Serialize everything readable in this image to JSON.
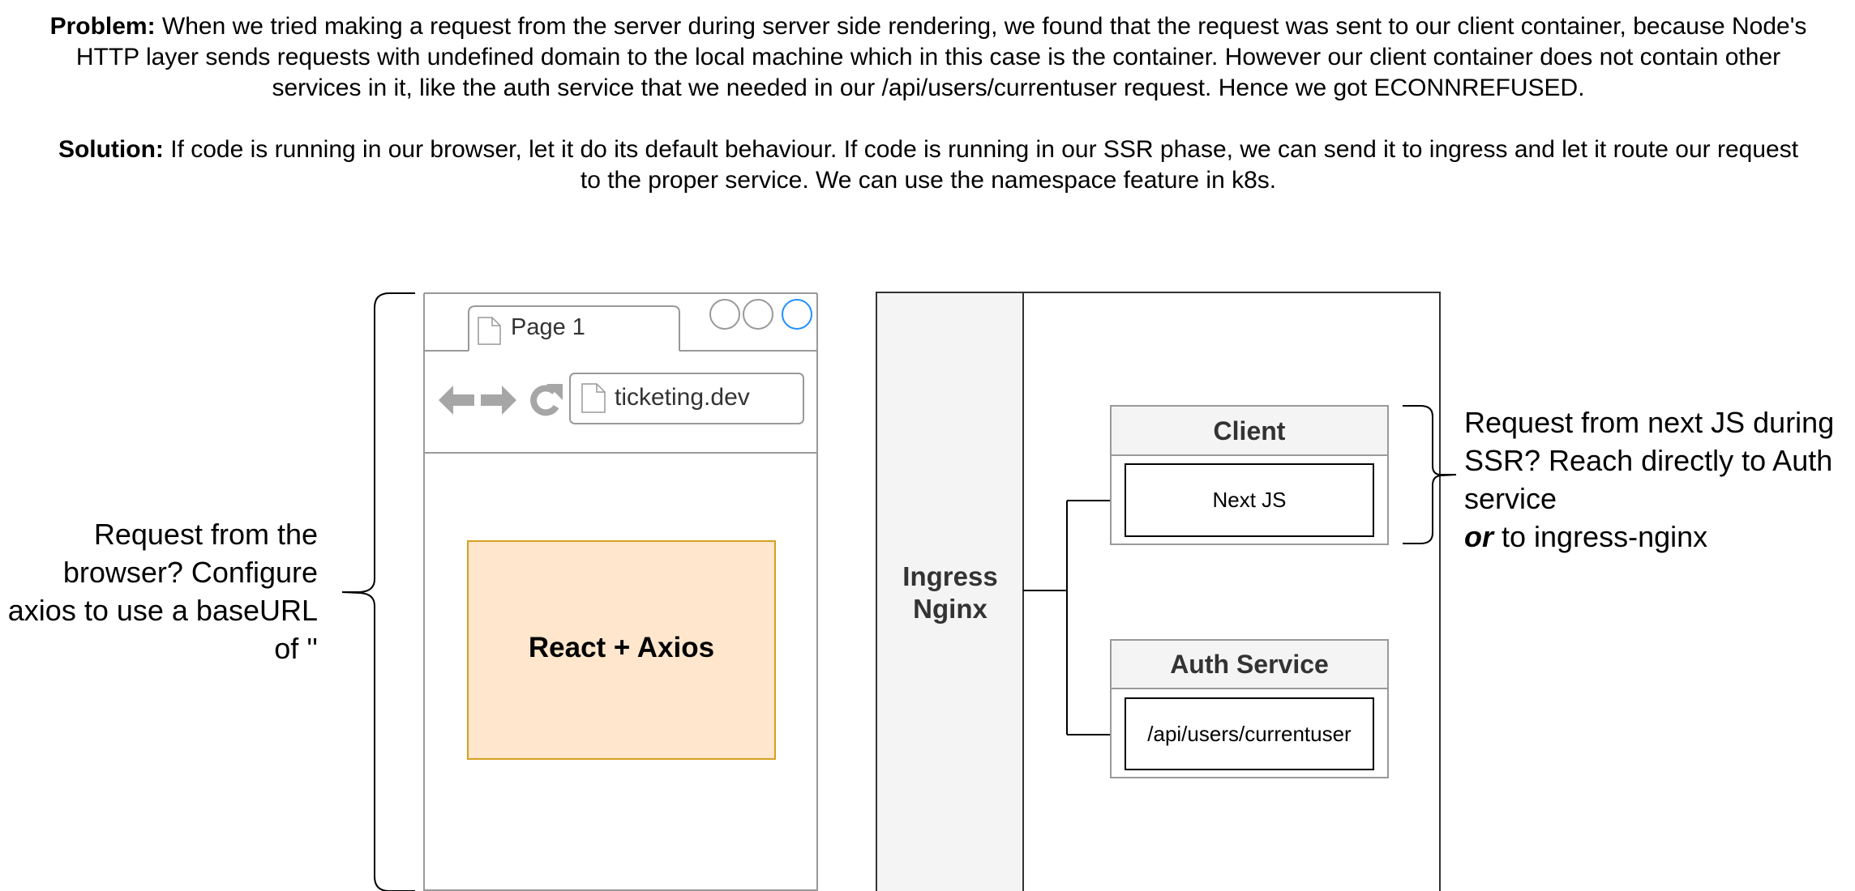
{
  "problem": {
    "label": "Problem:",
    "text": " When we tried making a request from the server during server side rendering, we found that the request was sent to our client container, because Node's HTTP layer sends requests with undefined domain to the local machine which in this case is the container. However our client container does not contain other services in it, like the auth service that we needed in our /api/users/currentuser request. Hence we got ECONNREFUSED."
  },
  "solution": {
    "label": "Solution:",
    "text": " If code is running in our browser, let it do its default behaviour. If code is running in our SSR phase, we can send it to ingress and let it route our request to the proper service. We can use the namespace feature in k8s."
  },
  "left_note": "Request from the browser?  Configure axios to use a baseURL of ''",
  "right_note": {
    "line1": "Request from next JS during SSR? Reach directly to Auth service",
    "emph": "or",
    "line2": " to ingress-nginx"
  },
  "browser": {
    "tab_label": "Page 1",
    "url": "ticketing.dev",
    "content_label": "React + Axios"
  },
  "cluster": {
    "ingress_label": "Ingress Nginx",
    "client": {
      "title": "Client",
      "inner": "Next JS"
    },
    "auth": {
      "title": "Auth Service",
      "inner": "/api/users/currentuser"
    }
  },
  "colors": {
    "react_box_fill": "#ffe6cc",
    "react_box_stroke": "#d6a020",
    "window_button_accent": "#1e90ff",
    "ingress_fill": "#f4f4f4",
    "service_header_fill": "#f4f4f4",
    "browser_stroke": "#999999",
    "icon_gray": "#a6a6a6"
  }
}
